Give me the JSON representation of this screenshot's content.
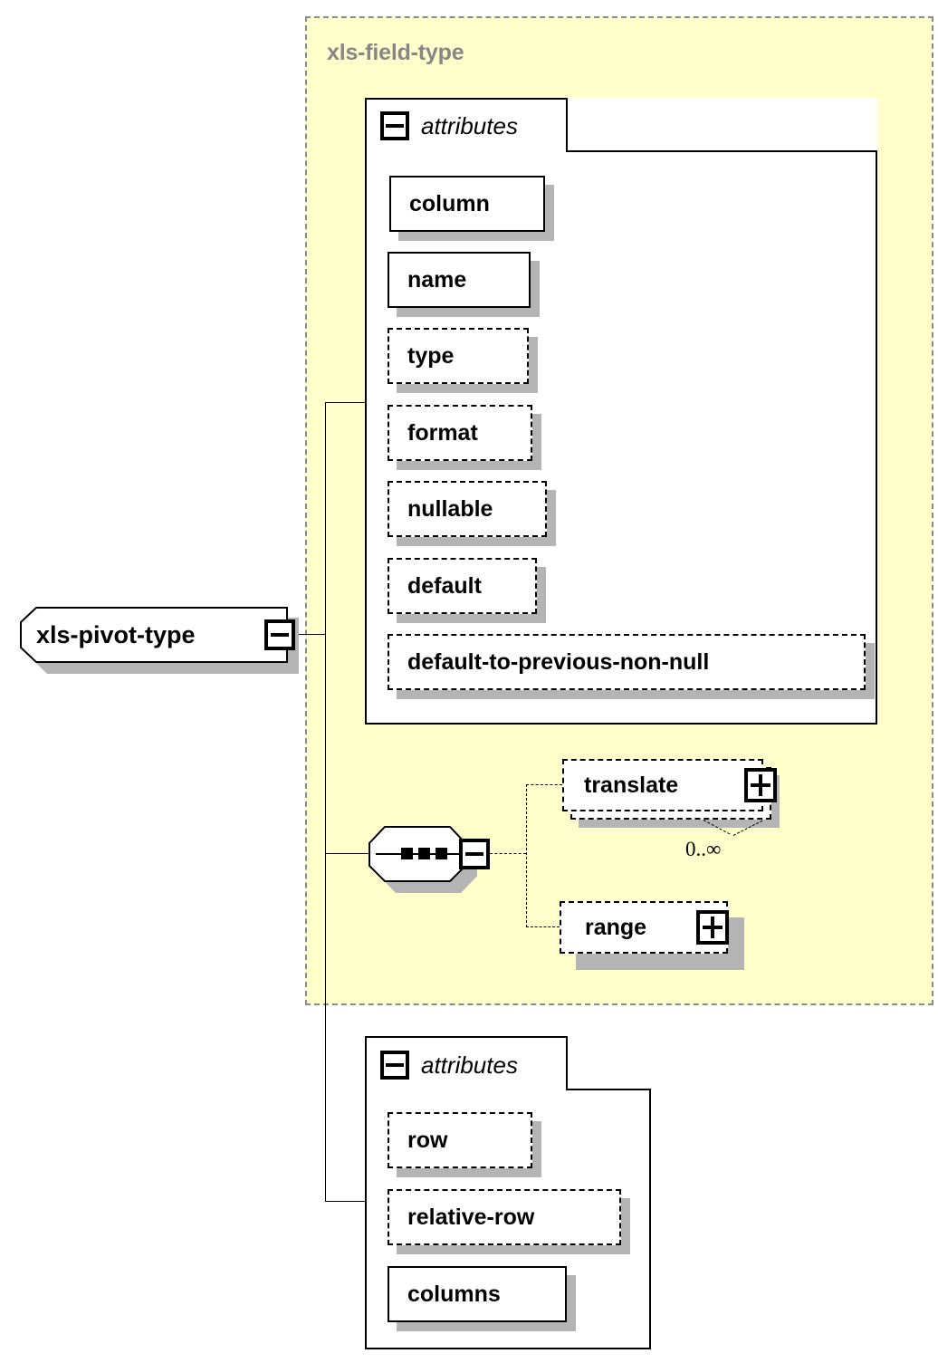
{
  "diagram": {
    "kind": "xsd-schema-diagram",
    "root": {
      "name": "xls-pivot-type",
      "toggle_icon": "minus-box-icon",
      "expanded": true
    },
    "group": {
      "title": "xls-field-type",
      "border_style": "dashed",
      "fill_color": "#FFFFCC",
      "border_color": "#8A8A8A",
      "title_color": "#878787"
    },
    "field_attributes": {
      "header_label": "attributes",
      "header_icon": "minus-box-icon",
      "items": [
        {
          "label": "column",
          "use": "required"
        },
        {
          "label": "name",
          "use": "required"
        },
        {
          "label": "type",
          "use": "optional"
        },
        {
          "label": "format",
          "use": "optional"
        },
        {
          "label": "nullable",
          "use": "optional"
        },
        {
          "label": "default",
          "use": "optional"
        },
        {
          "label": "default-to-previous-non-null",
          "use": "optional"
        }
      ]
    },
    "sequence": {
      "compositor": "sequence",
      "icon": "sequence-octagon-icon",
      "toggle_icon": "minus-box-icon",
      "children": [
        {
          "label": "translate",
          "use": "optional",
          "repeating": true,
          "cardinality": "0..∞",
          "toggle_icon": "plus-box-icon"
        },
        {
          "label": "range",
          "use": "optional",
          "repeating": false,
          "cardinality": "",
          "toggle_icon": "plus-box-icon"
        }
      ]
    },
    "pivot_attributes": {
      "header_label": "attributes",
      "header_icon": "minus-box-icon",
      "items": [
        {
          "label": "row",
          "use": "optional"
        },
        {
          "label": "relative-row",
          "use": "optional"
        },
        {
          "label": "columns",
          "use": "required"
        }
      ]
    },
    "colors": {
      "group_fill": "#FFFFCC",
      "group_border": "#8A8A8A",
      "group_title": "#878787",
      "node_shadow": "#B4B4B4",
      "line": "#000000",
      "page_background": "#FFFFFF"
    }
  }
}
